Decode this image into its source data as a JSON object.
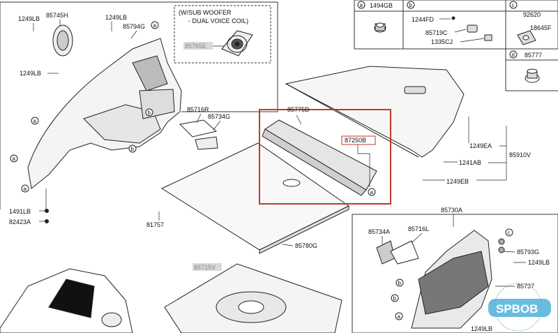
{
  "labels": {
    "p_1249LB_a": "1249LB",
    "p_85745H": "85745H",
    "p_1249LB_b": "1249LB",
    "p_85794G": "85794G",
    "p_1249LB_c": "1249LB",
    "p_1491LB": "1491LB",
    "p_82423A": "82423A",
    "p_85716R": "85716R",
    "p_85734G": "85734G",
    "p_81757": "81757",
    "p_85775D": "85775D",
    "p_87250B": "87250B",
    "p_85780G": "85780G",
    "p_85715V": "85715V",
    "p_85765E": "85765E",
    "p_1494GB": "1494GB",
    "p_1244FD": "1244FD",
    "p_85719C": "85719C",
    "p_1335CJ": "1335CJ",
    "p_92620": "92620",
    "p_18645F": "18645F",
    "p_85777": "85777",
    "p_1249EA": "1249EA",
    "p_1241AB": "1241AB",
    "p_1249EB": "1249EB",
    "p_85910V": "85910V",
    "p_85730A": "85730A",
    "p_85734A": "85734A",
    "p_85716L": "85716L",
    "p_85793G": "85793G",
    "p_1249LB_d": "1249LB",
    "p_85737": "85737",
    "p_1249LB_e": "1249LB"
  },
  "subwoofer_note": {
    "line1": "(W/SUB WOOFER",
    "line2": "- DUAL VOICE COIL)"
  },
  "callout_letters": {
    "a": "a",
    "b": "b",
    "c": "c",
    "d": "d"
  },
  "legend_boxes": {
    "a": "1494GB",
    "b_top": "1244FD",
    "b_mid": "85719C",
    "b_bot": "1335CJ",
    "c_top": "92620",
    "c_mid": "18645F",
    "d": "85777"
  },
  "watermark": "SPBOB",
  "colors": {
    "highlight_box": "#c0392b",
    "watermark_fill": "#4fb0d8",
    "line": "#222222",
    "gray_label_bg": "#d9d9d9"
  }
}
